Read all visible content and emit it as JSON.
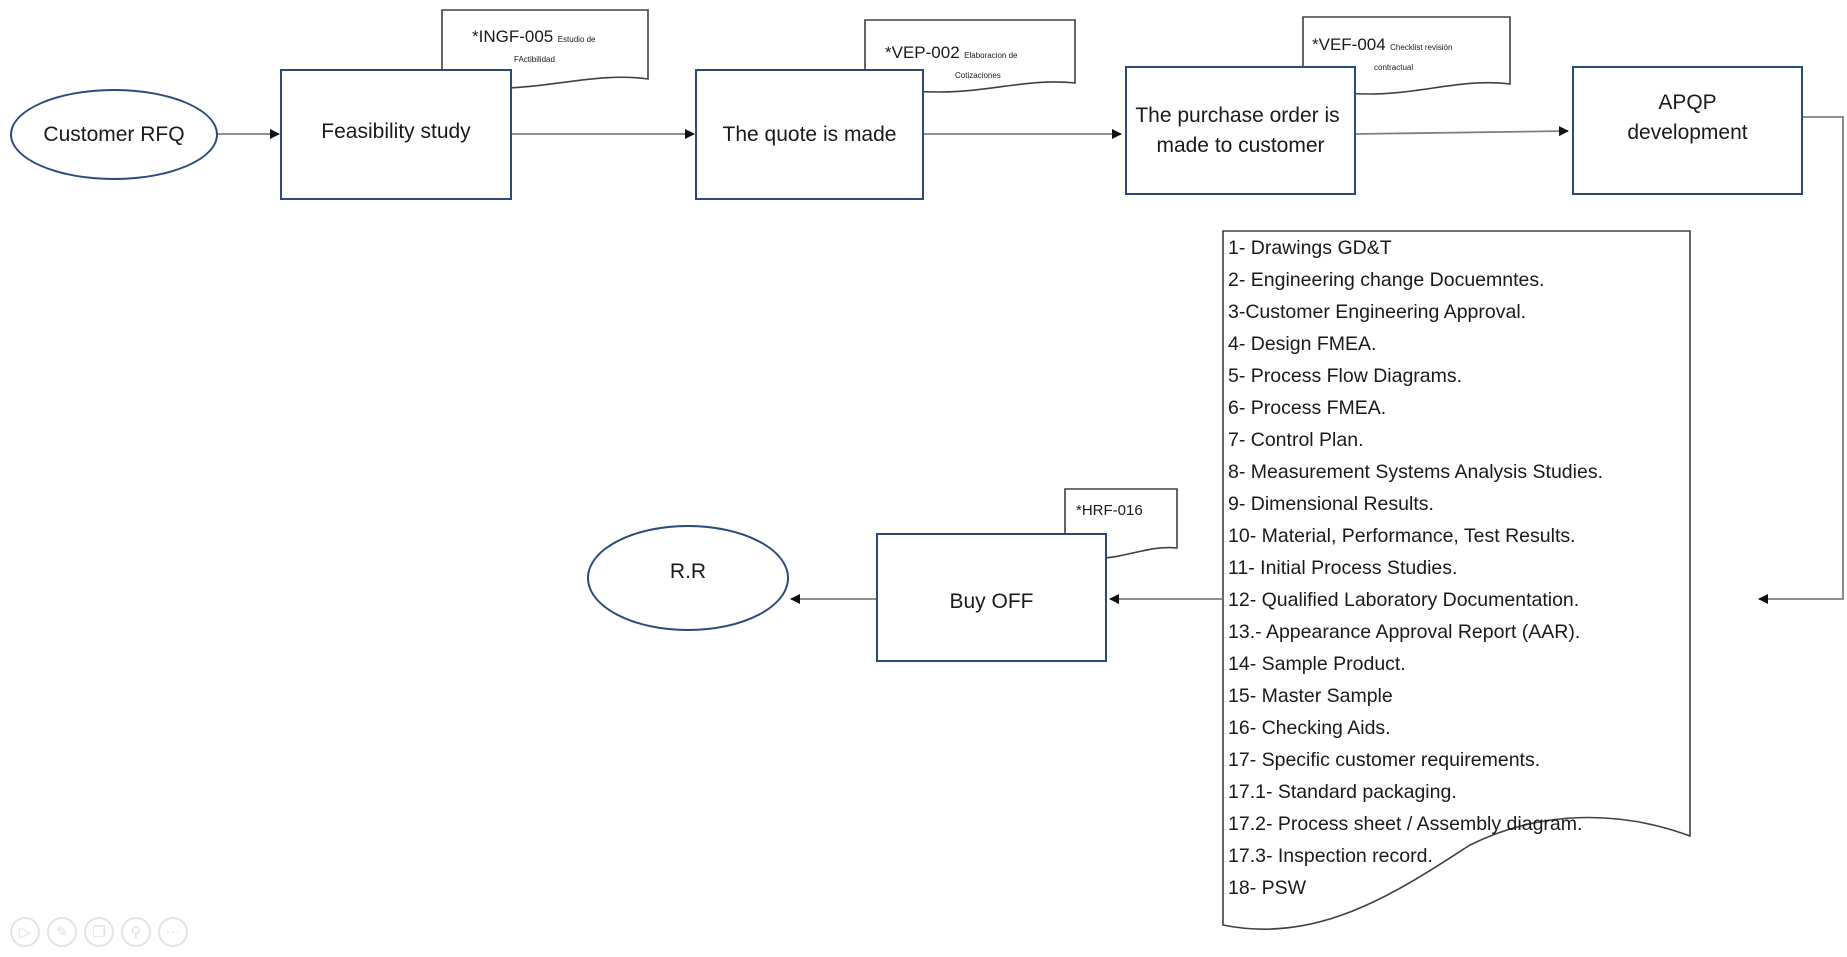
{
  "nodes": {
    "customer_rfq": "Customer RFQ",
    "feasibility": "Feasibility study",
    "quote": "The quote is made",
    "purchase_order_line1": "The purchase order is",
    "purchase_order_line2": "made to customer",
    "apqp_line1": "APQP",
    "apqp_line2": "development",
    "buy_off": "Buy OFF",
    "rr": "R.R"
  },
  "documents": {
    "ingf": {
      "code": "*INGF-005",
      "desc_line1": "Estudio de",
      "desc_line2": "FActibilidad"
    },
    "vep": {
      "code": "*VEP-002",
      "desc_line1": "Elaboracion de",
      "desc_line2": "Cotizaciones"
    },
    "vef": {
      "code": "*VEF-004",
      "desc_line1": "Checklist revisión",
      "desc_line2": "contractual"
    },
    "hrf": {
      "code": "*HRF-016"
    }
  },
  "requirements": [
    "1- Drawings GD&T",
    "2- Engineering change Docuemntes.",
    "3-Customer Engineering Approval.",
    "4- Design FMEA.",
    "5- Process Flow Diagrams.",
    "6- Process FMEA.",
    "7- Control Plan.",
    "8- Measurement Systems Analysis Studies.",
    "9- Dimensional Results.",
    "10- Material, Performance, Test Results.",
    "11- Initial Process Studies.",
    "12- Qualified Laboratory Documentation.",
    "13.- Appearance Approval Report (AAR).",
    "14- Sample Product.",
    "15- Master Sample",
    "16- Checking Aids.",
    "17- Specific customer requirements.",
    "17.1- Standard packaging.",
    "17.2-  Process sheet / Assembly diagram.",
    "17.3- Inspection record.",
    "18- PSW"
  ],
  "colors": {
    "shape_border": "#2b4a7a",
    "connector": "#7f7f7f",
    "doc_border": "#404040"
  },
  "controls": [
    "play-icon",
    "pen-icon",
    "copy-icon",
    "zoom-icon",
    "more-icon"
  ]
}
